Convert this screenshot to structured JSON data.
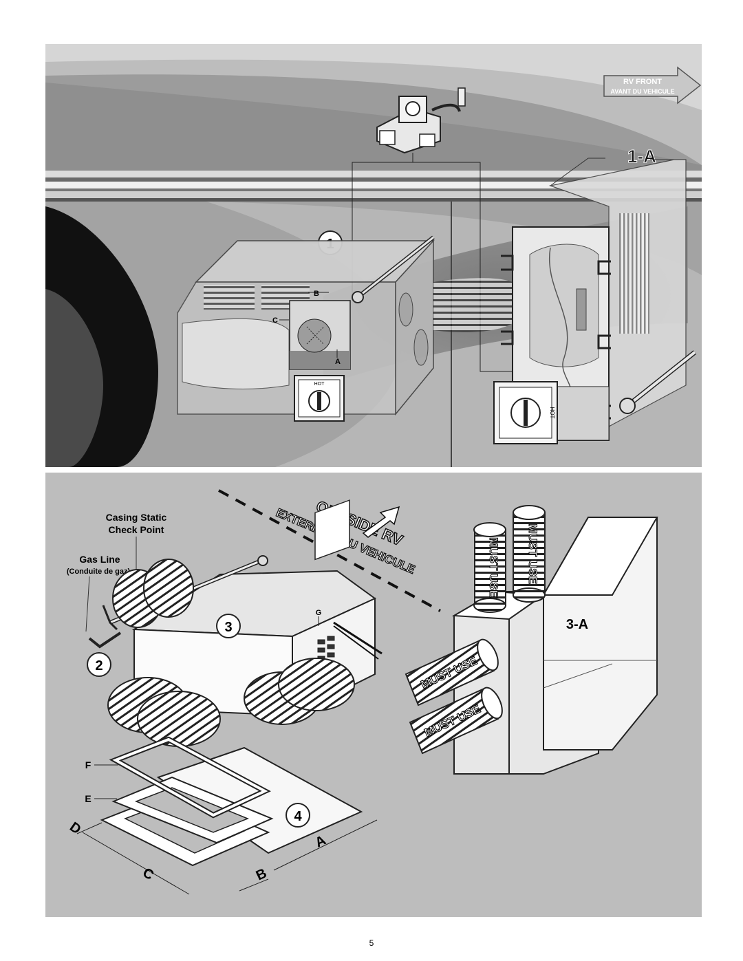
{
  "top_panel": {
    "rv_front_label": "RV FRONT",
    "rv_front_label_fr": "AVANT DU VEHICULE",
    "step_1": "1",
    "step_1a": "1-A",
    "dim_b": "B",
    "dim_c": "C",
    "dim_a": "A",
    "hot_label_1": "HOT",
    "hot_label_1a": "HOT"
  },
  "bottom_panel": {
    "casing_static_1": "Casing Static",
    "casing_static_2": "Check Point",
    "gas_line": "Gas Line",
    "gas_line_fr": "(Conduite de gaz)",
    "outside_rv": "OUTSIDE RV",
    "exterieur": "EXTERIEUR DU VEHICULE",
    "step_2": "2",
    "step_3": "3",
    "step_3a": "3-A",
    "step_4": "4",
    "label_g": "G",
    "label_f": "F",
    "label_e": "E",
    "label_d": "D",
    "label_c": "C",
    "label_b": "B",
    "label_a": "A",
    "must_use": "MUST USE"
  },
  "page_number": "5"
}
